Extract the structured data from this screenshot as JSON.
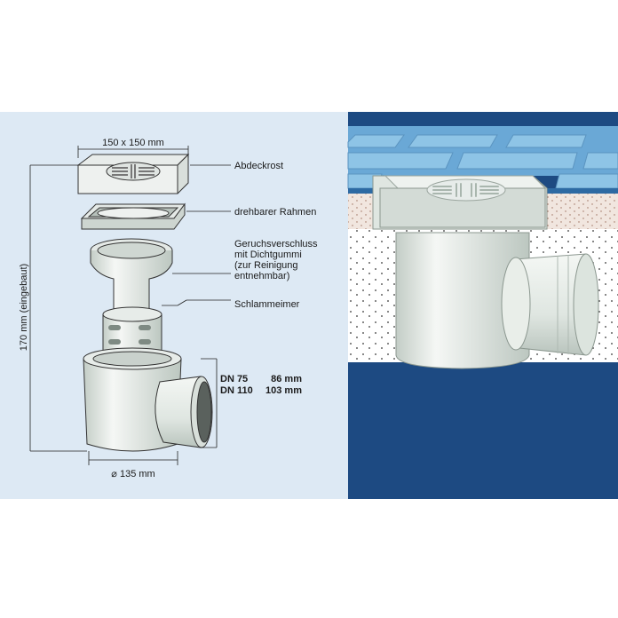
{
  "left_diagram": {
    "dim_top": "150 x 150 mm",
    "dim_height": "170 mm (eingebaut)",
    "dim_bottom": "⌀ 135 mm",
    "labels": {
      "grate": "Abdeckrost",
      "frame": "drehbarer Rahmen",
      "trap_line1": "Geruchsverschluss",
      "trap_line2": "mit Dichtgummi",
      "trap_line3": "(zur Reinigung",
      "trap_line4": "entnehmbar)",
      "bucket": "Schlammeimer"
    },
    "dn_table": [
      {
        "dn": "DN 75",
        "size": "86 mm"
      },
      {
        "dn": "DN 110",
        "size": "103 mm"
      }
    ]
  },
  "colors": {
    "panel_bg": "#dde9f4",
    "installed_bg": "#1d4a82",
    "tile": "#8ec4e6",
    "drain_body": "#e4ebe6"
  }
}
